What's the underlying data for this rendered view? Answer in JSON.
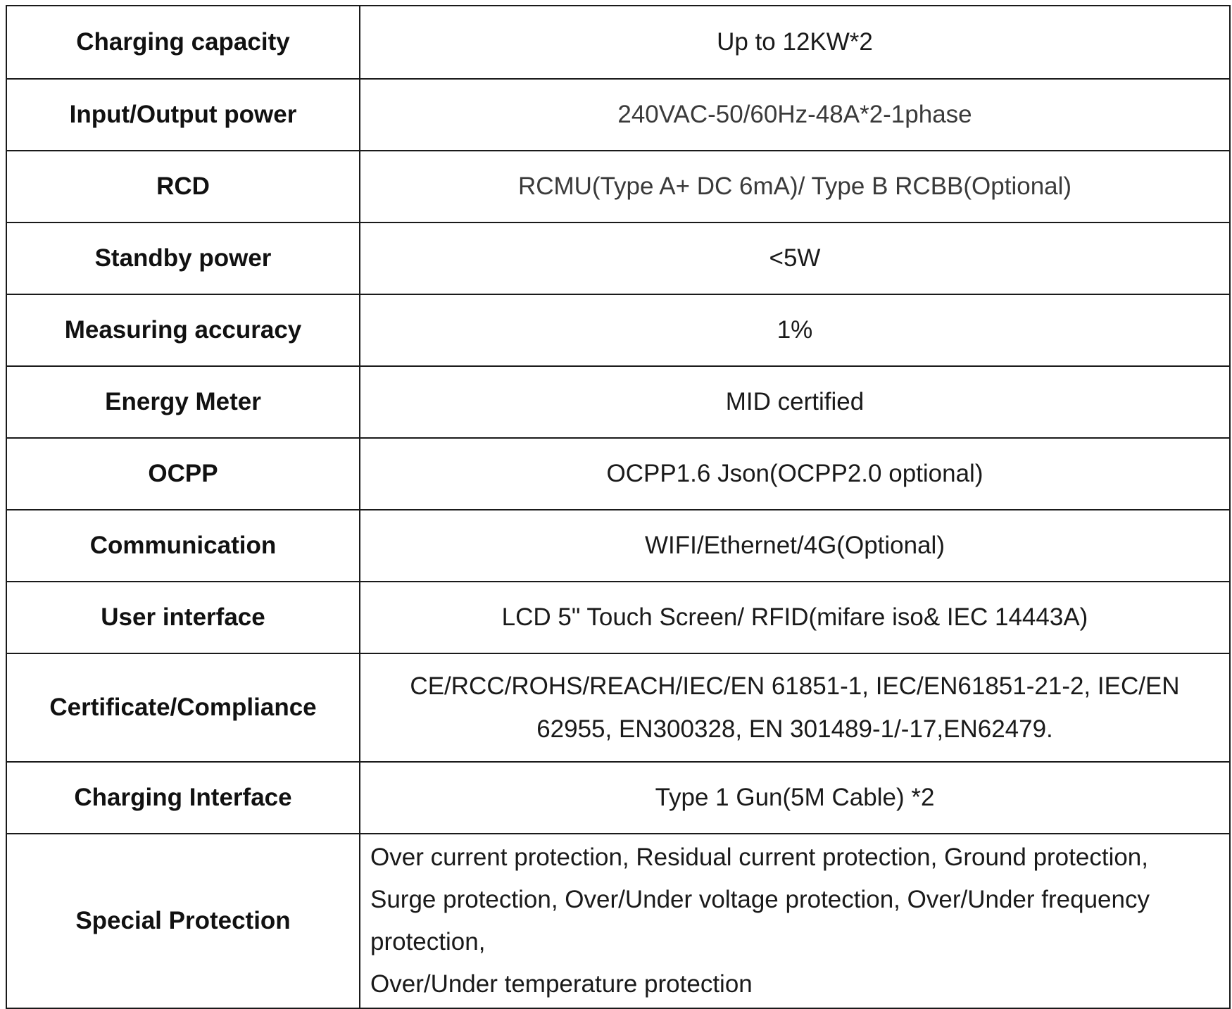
{
  "table": {
    "rows": [
      {
        "label": "Charging capacity",
        "value": "Up to 12KW*2"
      },
      {
        "label": "Input/Output power",
        "value": "240VAC-50/60Hz-48A*2-1phase"
      },
      {
        "label": "RCD",
        "value": "RCMU(Type A+ DC 6mA)/ Type B RCBB(Optional)"
      },
      {
        "label": "Standby power",
        "value": "<5W"
      },
      {
        "label": "Measuring accuracy",
        "value": "1%"
      },
      {
        "label": "Energy Meter",
        "value": "MID certified"
      },
      {
        "label": "OCPP",
        "value": "OCPP1.6 Json(OCPP2.0 optional)"
      },
      {
        "label": "Communication",
        "value": "WIFI/Ethernet/4G(Optional)"
      },
      {
        "label": "User interface",
        "value": "LCD 5\" Touch Screen/ RFID(mifare iso& IEC 14443A)"
      },
      {
        "label": "Certificate/Compliance",
        "value_lines": [
          "CE/RCC/ROHS/REACH/IEC/EN 61851-1,   IEC/EN61851-21-2, IEC/EN",
          "62955, EN300328, EN 301489-1/-17,EN62479."
        ]
      },
      {
        "label": "Charging Interface",
        "value": "Type 1 Gun(5M Cable) *2"
      },
      {
        "label": "Special Protection",
        "value_lines": [
          "Over current protection, Residual current protection, Ground protection,",
          "Surge protection, Over/Under voltage protection, Over/Under frequency",
          "protection,",
          "Over/Under temperature protection"
        ]
      }
    ]
  }
}
